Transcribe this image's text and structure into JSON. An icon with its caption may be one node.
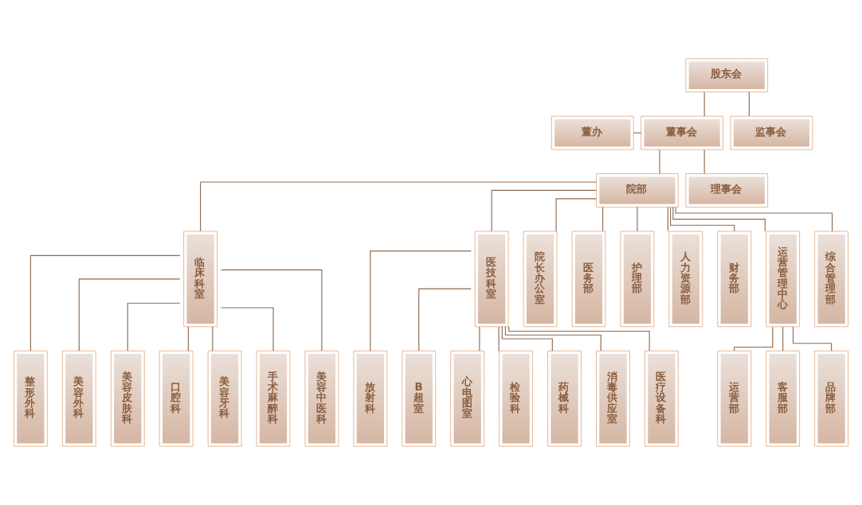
{
  "diagram": {
    "nodes": [
      {
        "text": [
          "股东会"
        ]
      },
      {
        "text": [
          "监事会"
        ]
      },
      {
        "text": [
          "董办"
        ]
      },
      {
        "text": [
          "董事会"
        ]
      },
      {
        "text": [
          "理事会"
        ]
      },
      {
        "text": [
          "院部"
        ]
      },
      {
        "text": [
          "临床科室"
        ]
      },
      {
        "text": [
          "医技科室"
        ]
      },
      {
        "text": [
          "院长办公室"
        ]
      },
      {
        "text": [
          "医务部"
        ]
      },
      {
        "text": [
          "护理部"
        ]
      },
      {
        "text": [
          "人力资源部"
        ]
      },
      {
        "text": [
          "财务部"
        ]
      },
      {
        "text": [
          "运营管理中心"
        ]
      },
      {
        "text": [
          "综合管理部"
        ]
      },
      {
        "text": [
          "整形外科"
        ]
      },
      {
        "text": [
          "美容外科"
        ]
      },
      {
        "text": [
          "美容皮肤科"
        ]
      },
      {
        "text": [
          "口腔科"
        ]
      },
      {
        "text": [
          "美容牙科"
        ]
      },
      {
        "text": [
          "手术麻醉科"
        ]
      },
      {
        "text": [
          "美容中医科"
        ]
      },
      {
        "text": [
          "放射科"
        ]
      },
      {
        "text": [
          "B超室"
        ]
      },
      {
        "text": [
          "心电图室"
        ]
      },
      {
        "text": [
          "检验科"
        ]
      },
      {
        "text": [
          "药械科"
        ]
      },
      {
        "text": [
          "消毒供应室"
        ]
      },
      {
        "text": [
          "医疗设备科"
        ]
      },
      {
        "text": [
          "运营部"
        ]
      },
      {
        "text": [
          "客服部"
        ]
      },
      {
        "text": [
          "品牌部"
        ]
      }
    ],
    "edges": [
      {
        "from": 0,
        "to": 3,
        "arrow": "none"
      },
      {
        "from": 0,
        "to": 1,
        "arrow": "none"
      },
      {
        "from": 2,
        "to": 3,
        "arrow": "none"
      },
      {
        "from": 3,
        "to": 5,
        "arrow": "none"
      },
      {
        "from": 3,
        "to": 4,
        "arrow": "none"
      },
      {
        "from": 5,
        "to": 6,
        "arrow": "none"
      },
      {
        "from": 5,
        "to": 7,
        "arrow": "none"
      },
      {
        "from": 5,
        "to": 8,
        "arrow": "none"
      },
      {
        "from": 5,
        "to": 9,
        "arrow": "none"
      },
      {
        "from": 5,
        "to": 10,
        "arrow": "none"
      },
      {
        "from": 5,
        "to": 11,
        "arrow": "none"
      },
      {
        "from": 5,
        "to": 12,
        "arrow": "none"
      },
      {
        "from": 5,
        "to": 13,
        "arrow": "none"
      },
      {
        "from": 5,
        "to": 14,
        "arrow": "none"
      },
      {
        "from": 6,
        "to": 15,
        "arrow": "none"
      },
      {
        "from": 6,
        "to": 16,
        "arrow": "none"
      },
      {
        "from": 6,
        "to": 17,
        "arrow": "none"
      },
      {
        "from": 6,
        "to": 18,
        "arrow": "none"
      },
      {
        "from": 6,
        "to": 19,
        "arrow": "none"
      },
      {
        "from": 6,
        "to": 20,
        "arrow": "none"
      },
      {
        "from": 6,
        "to": 21,
        "arrow": "none"
      },
      {
        "from": 7,
        "to": 22,
        "arrow": "none"
      },
      {
        "from": 7,
        "to": 23,
        "arrow": "none"
      },
      {
        "from": 7,
        "to": 24,
        "arrow": "none"
      },
      {
        "from": 7,
        "to": 25,
        "arrow": "none"
      },
      {
        "from": 7,
        "to": 26,
        "arrow": "none"
      },
      {
        "from": 7,
        "to": 27,
        "arrow": "none"
      },
      {
        "from": 7,
        "to": 28,
        "arrow": "none"
      },
      {
        "from": 13,
        "to": 29,
        "arrow": "none"
      },
      {
        "from": 13,
        "to": 30,
        "arrow": "none"
      },
      {
        "from": 13,
        "to": 31,
        "arrow": "none"
      }
    ]
  }
}
